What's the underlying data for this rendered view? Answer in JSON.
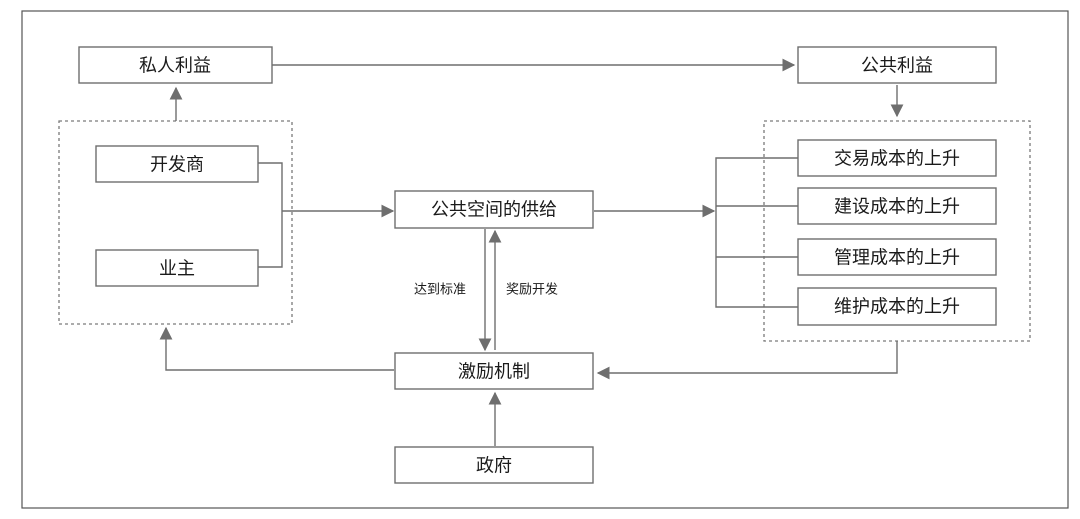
{
  "nodes": {
    "private_interest": "私人利益",
    "public_interest": "公共利益",
    "developer": "开发商",
    "owner": "业主",
    "public_space_supply": "公共空间的供给",
    "transaction_cost": "交易成本的上升",
    "construction_cost": "建设成本的上升",
    "management_cost": "管理成本的上升",
    "maintenance_cost": "维护成本的上升",
    "incentive_mechanism": "激励机制",
    "government": "政府"
  },
  "edge_labels": {
    "meet_standard": "达到标准",
    "reward_development": "奖励开发"
  }
}
